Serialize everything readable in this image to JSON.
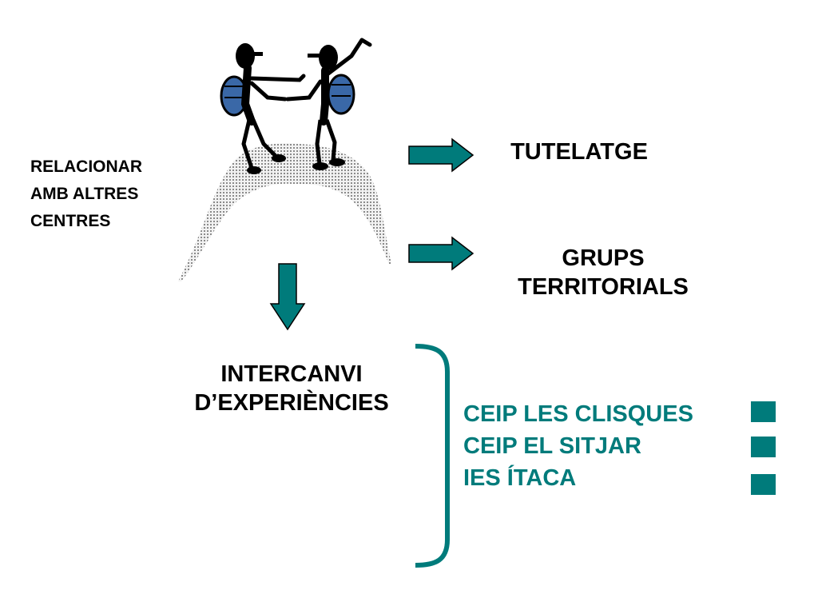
{
  "left_label": [
    "RELACIONAR",
    "AMB ALTRES",
    "CENTRES"
  ],
  "branch_top": "TUTELATGE",
  "branch_middle": [
    "GRUPS",
    "TERRITORIALS"
  ],
  "bottom_label": [
    "INTERCANVI",
    "D’EXPERIÈNCIES"
  ],
  "schools": [
    "CEIP LES CLISQUES",
    "CEIP EL SITJAR",
    "IES ÍTACA"
  ],
  "colors": {
    "teal": "#007b7b",
    "backpack_blue": "#3a68a7",
    "text": "#000000"
  }
}
